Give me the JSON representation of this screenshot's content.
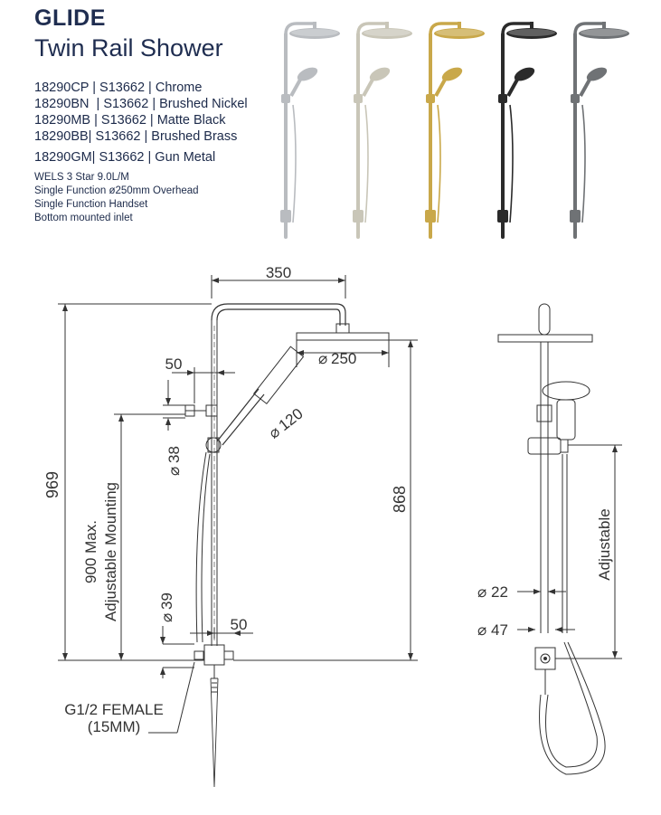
{
  "header": {
    "brand": "GLIDE",
    "product_name": "Twin Rail Shower"
  },
  "product_codes": [
    "18290CP | S13662 | Chrome",
    "18290BN  | S13662 | Brushed Nickel",
    "18290MB | S13662 | Matte Black",
    "18290BB| S13662 | Brushed Brass",
    "18290GM| S13662 | Gun Metal"
  ],
  "specs": [
    "WELS 3 Star 9.0L/M",
    "Single Function ø250mm Overhead",
    "Single Function Handset",
    "Bottom mounted inlet"
  ],
  "finish_colors": {
    "chrome": "#b9bcc0",
    "brushed_nickel": "#c9c6b8",
    "brushed_brass": "#c9a84a",
    "matte_black": "#2b2b2b",
    "gun_metal": "#6f7275"
  },
  "dimensions": {
    "top_width": "350",
    "overhead_diameter": "250",
    "bracket_offset_top": "50",
    "handset_diameter": "120",
    "holder_diameter": "38",
    "overall_height": "969",
    "mounting_label_1": "900 Max.",
    "mounting_label_2": "Adjustable Mounting",
    "head_height": "868",
    "inlet_diameter": "39",
    "inlet_offset": "50",
    "inlet_label_1": "G1/2 FEMALE",
    "inlet_label_2": "(15MM)",
    "rail_diameter": "22",
    "slider_diameter": "47",
    "adjustable_label": "Adjustable",
    "diameter_symbol": "⌀"
  }
}
